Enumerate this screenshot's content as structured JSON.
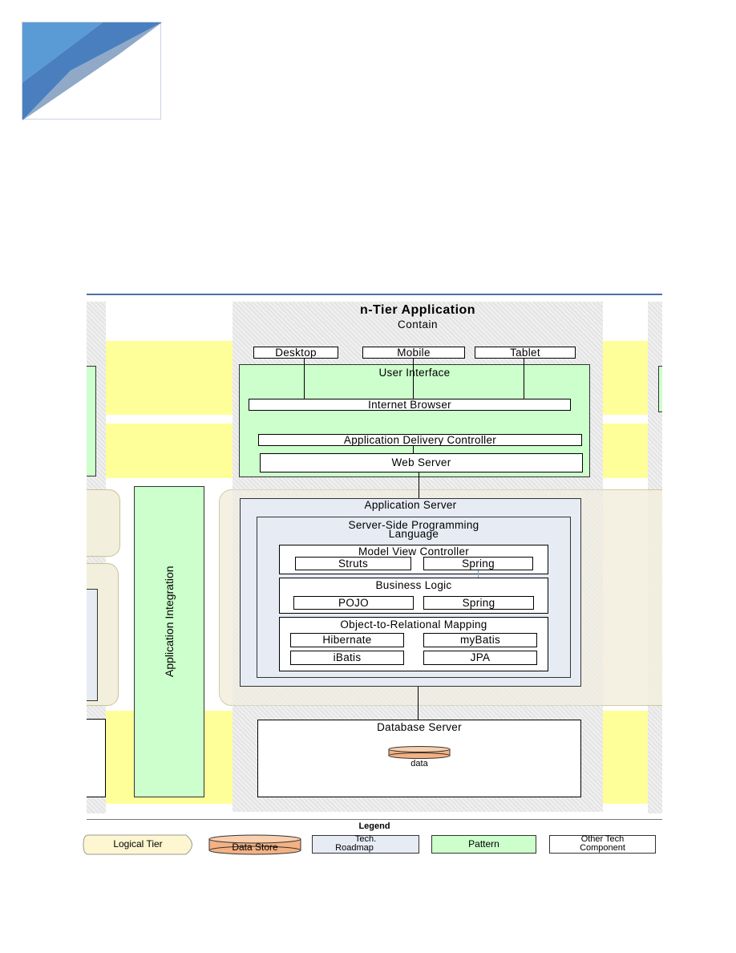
{
  "diagram": {
    "title": "n-Tier Application",
    "subtitle": "Contain",
    "clients": [
      "Desktop",
      "Mobile",
      "Tablet"
    ],
    "user_interface": "User Interface",
    "internet_browser": "Internet Browser",
    "adc": "Application Delivery Controller",
    "web_server": "Web Server",
    "application_server": "Application Server",
    "server_side_lang_line1": "Server-Side Programming",
    "server_side_lang_line2": "Language",
    "mvc": "Model View Controller",
    "mvc_items": [
      "Struts",
      "Spring"
    ],
    "business_logic": "Business Logic",
    "business_items": [
      "POJO",
      "Spring"
    ],
    "orm": "Object-to-Relational Mapping",
    "orm_items": [
      "Hibernate",
      "myBatis",
      "iBatis",
      "JPA"
    ],
    "database_server": "Database Server",
    "data_store_label": "data",
    "app_integration": "Application Integration"
  },
  "legend": {
    "title": "Legend",
    "items": {
      "logical_tier": "Logical Tier",
      "data_store": "Data Store",
      "tech_roadmap_line1": "Tech.",
      "tech_roadmap_line2": "Roadmap",
      "pattern": "Pattern",
      "other_line1": "Other Tech",
      "other_line2": "Component"
    }
  },
  "colors": {
    "logo_blue": "#5b9bd5",
    "divider_blue": "#4f6fa8",
    "pattern_green": "#ccffcc",
    "tier_yellow": "#ffff99",
    "roadmap_blue": "#e6ebf4",
    "datastore_orange": "#f4b183"
  }
}
